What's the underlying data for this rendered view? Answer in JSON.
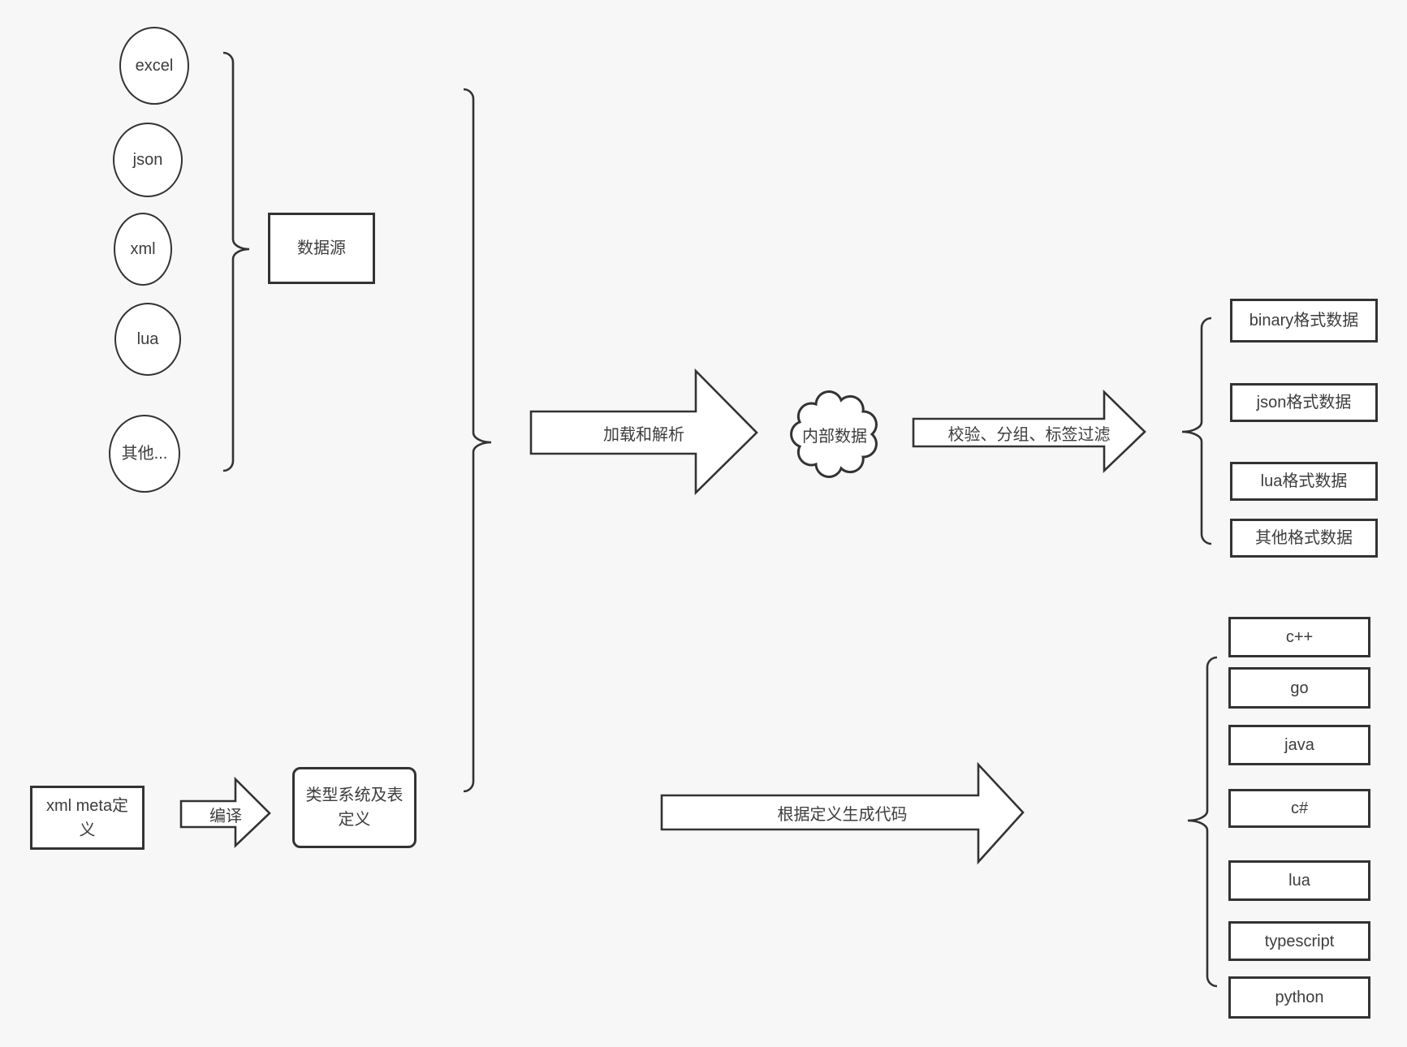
{
  "canvas": {
    "bg": "#f7f7f7",
    "stroke": "#333333",
    "node_fill": "#ffffff"
  },
  "sources": {
    "items": [
      "excel",
      "json",
      "xml",
      "lua",
      "其他..."
    ],
    "group_label": "数据源"
  },
  "pipeline": {
    "load_parse_arrow": "加载和解析",
    "internal_data": "内部数据",
    "filter_arrow": "校验、分组、标签过滤",
    "compile_arrow": "编译",
    "codegen_arrow": "根据定义生成代码"
  },
  "definitions": {
    "xml_meta": "xml meta定义",
    "type_system": "类型系统及表定义"
  },
  "data_formats": [
    "binary格式数据",
    "json格式数据",
    "lua格式数据",
    "其他格式数据"
  ],
  "languages": [
    "c++",
    "go",
    "java",
    "c#",
    "lua",
    "typescript",
    "python"
  ]
}
